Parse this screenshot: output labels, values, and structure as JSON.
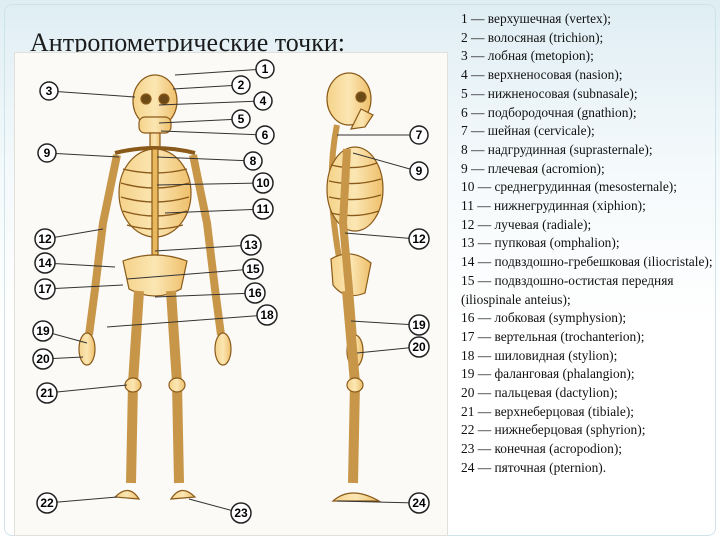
{
  "slide": {
    "title": "Антропометрические точки:"
  },
  "figure": {
    "front_markers": [
      {
        "n": "1"
      },
      {
        "n": "2"
      },
      {
        "n": "3"
      },
      {
        "n": "4"
      },
      {
        "n": "5"
      },
      {
        "n": "6"
      },
      {
        "n": "8"
      },
      {
        "n": "9"
      },
      {
        "n": "10"
      },
      {
        "n": "11"
      },
      {
        "n": "12"
      },
      {
        "n": "13"
      },
      {
        "n": "14"
      },
      {
        "n": "15"
      },
      {
        "n": "16"
      },
      {
        "n": "17"
      },
      {
        "n": "18"
      },
      {
        "n": "19"
      },
      {
        "n": "20"
      },
      {
        "n": "21"
      },
      {
        "n": "22"
      },
      {
        "n": "23"
      }
    ],
    "side_markers": [
      {
        "n": "7"
      },
      {
        "n": "9"
      },
      {
        "n": "12"
      },
      {
        "n": "19"
      },
      {
        "n": "20"
      },
      {
        "n": "24"
      }
    ]
  },
  "legend": {
    "items": [
      "1 — верхушечная (vertex);",
      "2 — волосяная (trichion);",
      "3 — лобная (metopion);",
      "4 — верхненосовая (nasion);",
      "5 — нижненосовая (subnasale);",
      "6 — подбородочная (gnathion);",
      "7 — шейная (cervicale);",
      "8 — надгрудинная (suprasternale);",
      "9 — плечевая (acromion);",
      "10 — среднегрудинная (mesosternale);",
      "11 — нижнегрудинная (xiphion);",
      "12 — лучевая (radiale);",
      "13 — пупковая (omphalion);",
      "14 — подвздошно-гребешковая (iliocristale);",
      "15 — подвздошно-остистая передняя (iliospinale anteius);",
      "16 — лобковая (symphysion);",
      "17 — вертельная (trochanterion);",
      "18 — шиловидная (stylion);",
      "19 — фаланговая (phalangion);",
      "20 — пальцевая (dactylion);",
      "21 — верхнеберцовая (tibiale);",
      "22 — нижнеберцовая (sphyrion);",
      "23 — конечная (acropodion);",
      "24 — пяточная (pternion)."
    ]
  }
}
